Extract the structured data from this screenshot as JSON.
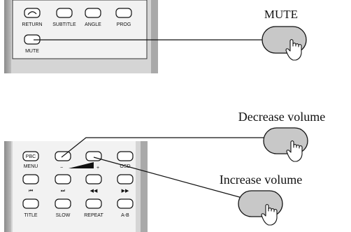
{
  "top_remote": {
    "buttons": [
      "RETURN",
      "SUBTITLE",
      "ANGLE",
      "PROG"
    ],
    "mute_label": "MUTE"
  },
  "bottom_remote": {
    "row1": [
      "PBC",
      "MENU",
      "−",
      "+",
      "OSD"
    ],
    "row2_icons": [
      "⏮",
      "⏭",
      "◀◀",
      "▶▶"
    ],
    "row3": [
      "TITLE",
      "SLOW",
      "REPEAT",
      "A-B"
    ]
  },
  "callouts": {
    "mute": "MUTE",
    "decrease": "Decrease volume",
    "increase": "Increase volume"
  }
}
